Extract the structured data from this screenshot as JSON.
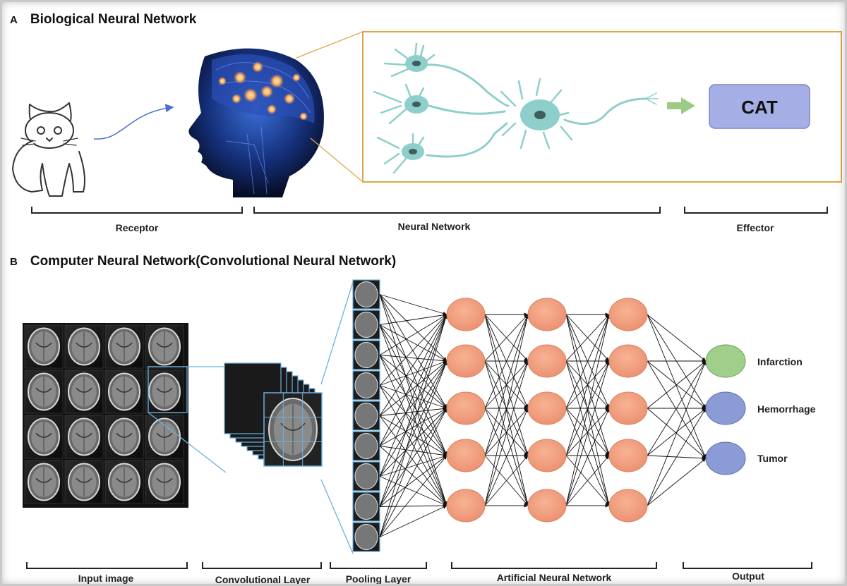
{
  "section_a": {
    "letter": "A",
    "title": "Biological Neural Network"
  },
  "section_b": {
    "letter": "B",
    "title": "Computer Neural Network(Convolutional Neural Network)"
  },
  "effector_box": {
    "label": "CAT"
  },
  "brackets_a": {
    "receptor": "Receptor",
    "neural_network": "Neural Network",
    "effector": "Effector"
  },
  "brackets_b": {
    "input_image": "Input image",
    "convolutional_layer": "Convolutional Layer",
    "pooling_layer": "Pooling Layer",
    "ann": "Artificial Neural Network",
    "output": "Output"
  },
  "outputs": [
    {
      "label": "Infarction",
      "color": "#9fcf8a"
    },
    {
      "label": "Hemorrhage",
      "color": "#8a9bd6"
    },
    {
      "label": "Tumor",
      "color": "#8a9bd6"
    }
  ],
  "colors": {
    "neuron": "#8ecfcb",
    "neuron_node": "#f0a283",
    "box_border": "#e0a745",
    "cat_box": "#a6aee6",
    "arrow_green": "#9ccb86"
  }
}
